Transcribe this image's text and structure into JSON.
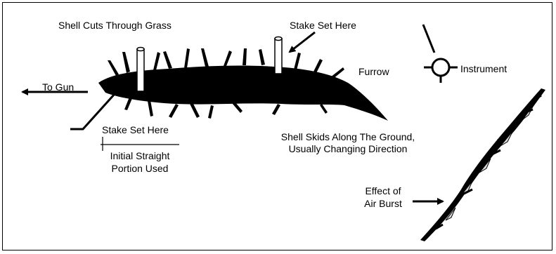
{
  "labels": {
    "shell_cuts": "Shell Cuts Through Grass",
    "stake_top": "Stake Set Here",
    "furrow": "Furrow",
    "instrument": "Instrument",
    "to_gun": "To Gun",
    "stake_bottom": "Stake Set Here",
    "initial_line1": "Initial Straight",
    "initial_line2": "Portion Used",
    "skids_line1": "Shell Skids Along The Ground,",
    "skids_line2": "Usually Changing Direction",
    "air_line1": "Effect of",
    "air_line2": "Air Burst"
  },
  "colors": {
    "ink": "#000000",
    "background": "#ffffff",
    "burst_fill": "#d9d9d9"
  }
}
